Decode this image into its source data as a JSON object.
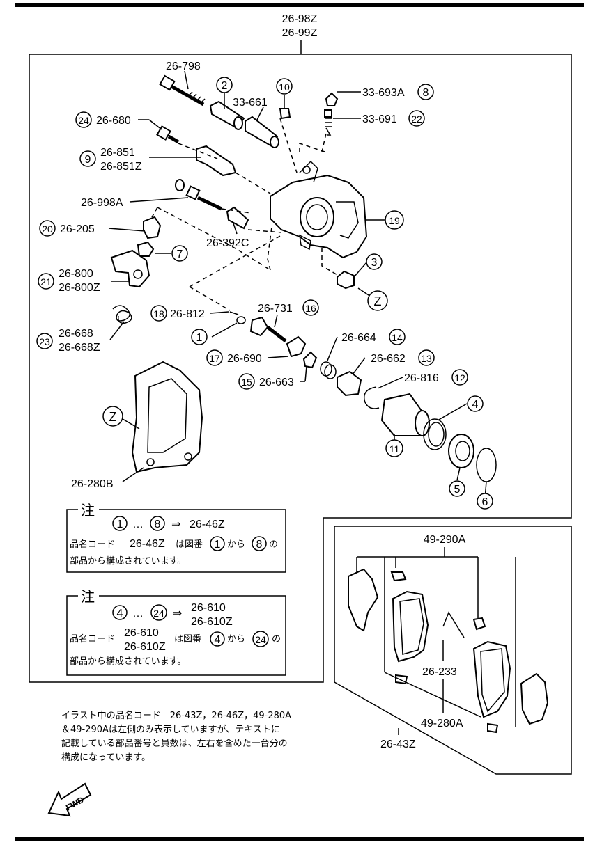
{
  "header_codes": [
    "26-98Z",
    "26-99Z"
  ],
  "callouts": {
    "c_26_798": "26-798",
    "c_33_661": "33-661",
    "c_33_693A": "33-693A",
    "c_33_691": "33-691",
    "c_26_680": "26-680",
    "c_26_851": "26-851",
    "c_26_851Z": "26-851Z",
    "c_26_998A": "26-998A",
    "c_26_205": "26-205",
    "c_26_392C": "26-392C",
    "c_26_800": "26-800",
    "c_26_800Z": "26-800Z",
    "c_26_812": "26-812",
    "c_26_731": "26-731",
    "c_26_668": "26-668",
    "c_26_668Z": "26-668Z",
    "c_26_690": "26-690",
    "c_26_664": "26-664",
    "c_26_662": "26-662",
    "c_26_663": "26-663",
    "c_26_816": "26-816",
    "c_26_280B": "26-280B",
    "c_49_290A": "49-290A",
    "c_26_233": "26-233",
    "c_49_280A": "49-280A",
    "c_26_43Z": "26-43Z"
  },
  "ref_numbers": {
    "n1": "1",
    "n2": "2",
    "n3": "3",
    "n4": "4",
    "n5": "5",
    "n6": "6",
    "n7": "7",
    "n8": "8",
    "n9": "9",
    "n10": "10",
    "n11": "11",
    "n12": "12",
    "n13": "13",
    "n14": "14",
    "n15": "15",
    "n16": "16",
    "n17": "17",
    "n18": "18",
    "n19": "19",
    "n20": "20",
    "n21": "21",
    "n22": "22",
    "n23": "23",
    "n24": "24",
    "z": "Z"
  },
  "note1": {
    "heading": "注",
    "range_from": "1",
    "dots": "…",
    "range_to": "8",
    "arrow": "⇒",
    "code": "26-46Z",
    "line2_a": "品名コード",
    "line2_code": "26-46Z",
    "line2_b": "は図番",
    "line2_n1": "1",
    "line2_c": "から",
    "line2_n2": "8",
    "line2_d": "の",
    "line3": "部品から構成されています。"
  },
  "note2": {
    "heading": "注",
    "range_from": "4",
    "dots": "…",
    "range_to": "24",
    "arrow": "⇒",
    "code_a": "26-610",
    "code_b": "26-610Z",
    "line2_a": "品名コード",
    "line2_code_a": "26-610",
    "line2_code_b": "26-610Z",
    "line2_b": "は図番",
    "line2_n1": "4",
    "line2_c": "から",
    "line2_n2": "24",
    "line2_d": "の",
    "line3": "部品から構成されています。"
  },
  "footnote": [
    "イラスト中の品名コード　26-43Z，26-46Z，49-280A",
    "＆49-290Aは左側のみ表示していますが、テキストに",
    "記載している部品番号と員数は、左右を含めた一台分の",
    "構成になっています。"
  ],
  "fwd_label": "FWD"
}
